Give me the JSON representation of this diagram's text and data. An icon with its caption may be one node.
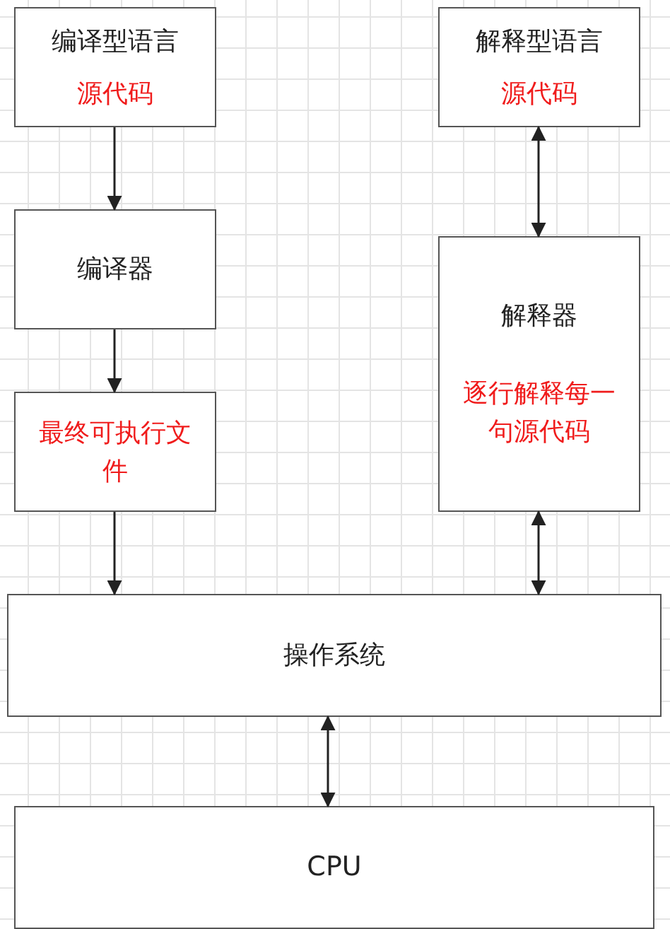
{
  "diagram": {
    "nodes": [
      {
        "text": [
          "编译型语言",
          "源代码"
        ]
      },
      {
        "text": [
          "编译器"
        ]
      },
      {
        "text": [
          "最终可执行文件"
        ]
      },
      {
        "text": [
          "解释型语言",
          "源代码"
        ]
      },
      {
        "text": [
          "解释器",
          "逐行解释每一句源代码"
        ]
      },
      {
        "text": [
          "操作系统"
        ]
      },
      {
        "text": [
          "CPU"
        ]
      }
    ],
    "edges": [
      {
        "from": 0,
        "to": 1,
        "arrow": "to"
      },
      {
        "from": 1,
        "to": 2,
        "arrow": "to"
      },
      {
        "from": 2,
        "to": 5,
        "arrow": "to"
      },
      {
        "from": 3,
        "to": 4,
        "arrow": "both"
      },
      {
        "from": 4,
        "to": 5,
        "arrow": "both"
      },
      {
        "from": 5,
        "to": 6,
        "arrow": "both"
      }
    ]
  }
}
